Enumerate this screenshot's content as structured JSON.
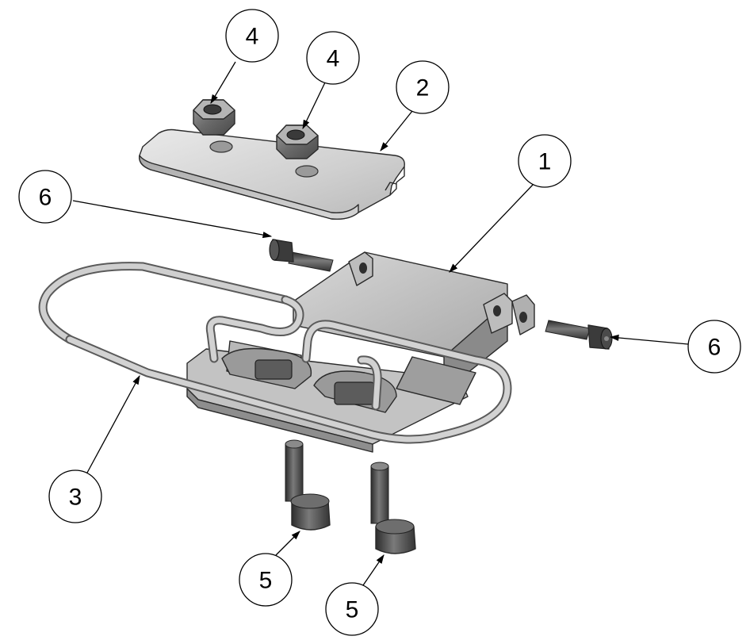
{
  "balloons": [
    {
      "id": "b4a",
      "label": "4"
    },
    {
      "id": "b4b",
      "label": "4"
    },
    {
      "id": "b2",
      "label": "2"
    },
    {
      "id": "b1",
      "label": "1"
    },
    {
      "id": "b6a",
      "label": "6"
    },
    {
      "id": "b6b",
      "label": "6"
    },
    {
      "id": "b3",
      "label": "3"
    },
    {
      "id": "b5a",
      "label": "5"
    },
    {
      "id": "b5b",
      "label": "5"
    }
  ]
}
